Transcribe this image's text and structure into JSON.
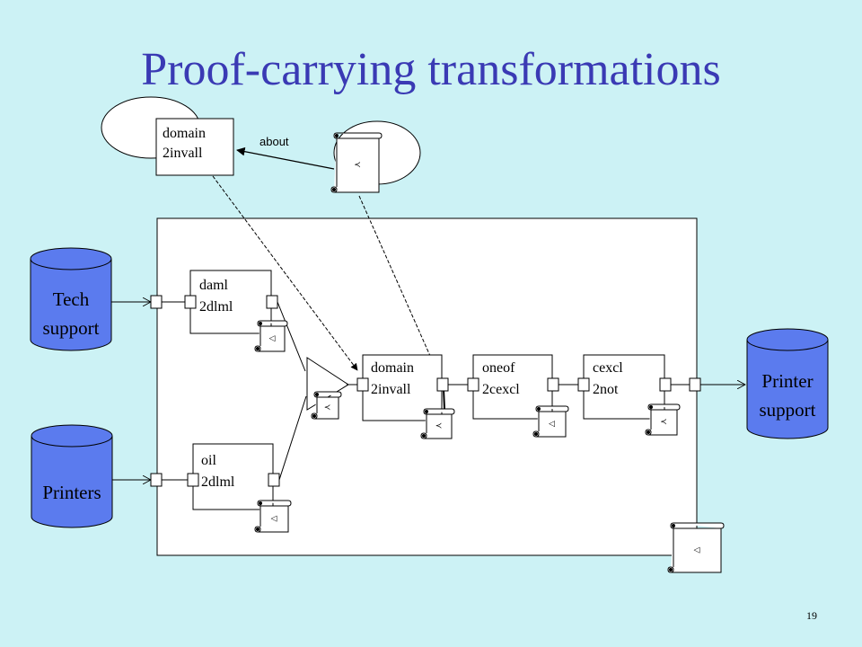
{
  "slide": {
    "title": "Proof-carrying transformations",
    "page_number": "19"
  },
  "diagram": {
    "top_module": {
      "line1": "domain",
      "line2": "2invall"
    },
    "about_label": "about",
    "modules": [
      {
        "id": "daml",
        "line1": "daml",
        "line2": "2dlml"
      },
      {
        "id": "oil",
        "line1": "oil",
        "line2": "2dlml"
      },
      {
        "id": "domain",
        "line1": "domain",
        "line2": "2invall"
      },
      {
        "id": "oneof",
        "line1": "oneof",
        "line2": "2cexcl"
      },
      {
        "id": "cexcl",
        "line1": "cexcl",
        "line2": "2not"
      }
    ],
    "sources": [
      {
        "id": "tech-support",
        "line1": "Tech",
        "line2": "support"
      },
      {
        "id": "printers",
        "line1": "Printers",
        "line2": ""
      }
    ],
    "sink": {
      "line1": "Printer",
      "line2": "support"
    },
    "scroll_glyphs": [
      "≺",
      "◁",
      "◁",
      "≺",
      "≺",
      "◁",
      "≺",
      "◁"
    ],
    "colors": {
      "background": "#ccf2f5",
      "title": "#3a3ab4",
      "database": "#5b7bee",
      "box": "#ffffff",
      "line": "#000000"
    }
  }
}
